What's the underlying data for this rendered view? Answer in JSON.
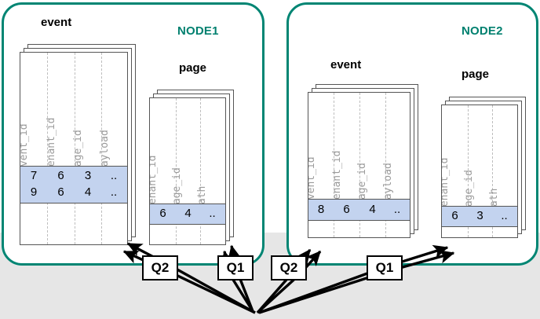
{
  "diagram": {
    "title_hidden": "",
    "accent_color": "#008573",
    "highlight_color": "#c3d3ef",
    "background_band_color": "#e6e6e6"
  },
  "nodes": [
    {
      "id": "node1",
      "label": "NODE1",
      "tables": [
        {
          "name": "event",
          "columns": [
            "event_id",
            "tenant_id",
            "page_id",
            "payload"
          ],
          "highlighted_rows": [
            [
              "7",
              "6",
              "3",
              ".."
            ],
            [
              "9",
              "6",
              "4",
              ".."
            ]
          ]
        },
        {
          "name": "page",
          "columns": [
            "tenant_id",
            "page_id",
            "path"
          ],
          "highlighted_rows": [
            [
              "6",
              "4",
              ".."
            ]
          ]
        }
      ]
    },
    {
      "id": "node2",
      "label": "NODE2",
      "tables": [
        {
          "name": "event",
          "columns": [
            "event_id",
            "tenant_id",
            "page_id",
            "payload"
          ],
          "highlighted_rows": [
            [
              "8",
              "6",
              "4",
              ".."
            ]
          ]
        },
        {
          "name": "page",
          "columns": [
            "tenant_id",
            "page_id",
            "path"
          ],
          "highlighted_rows": [
            [
              "6",
              "3",
              ".."
            ]
          ]
        }
      ]
    }
  ],
  "queries": [
    {
      "id": "q2-node1",
      "label": "Q2",
      "target": "node1-event"
    },
    {
      "id": "q1-node1",
      "label": "Q1",
      "target": "node1-page"
    },
    {
      "id": "q2-node2",
      "label": "Q2",
      "target": "node2-event"
    },
    {
      "id": "q1-node2",
      "label": "Q1",
      "target": "node2-page"
    }
  ]
}
